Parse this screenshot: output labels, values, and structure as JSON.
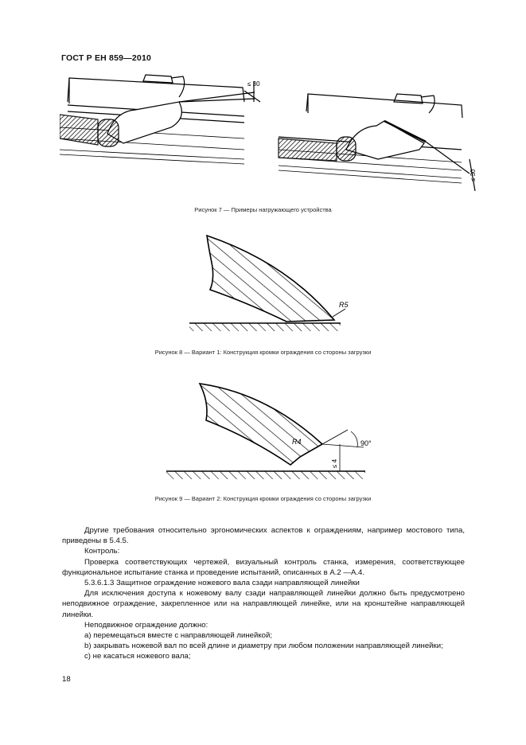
{
  "header": {
    "doc_id": "ГОСТ Р ЕН 859—2010"
  },
  "figure7": {
    "caption": "Рисунок 7 — Примеры нагружающего устройства",
    "dim_left": "≤ 30",
    "dim_right": "≤ 30"
  },
  "figure8": {
    "caption": "Рисунок 8 — Вариант 1: Конструкция кромки ограждения со стороны загрузки",
    "radius_label": "R5"
  },
  "figure9": {
    "caption": "Рисунок 9 — Вариант 2: Конструкция кромки ограждения со стороны загрузки",
    "radius_label": "R4",
    "angle_label": "90°",
    "height_label": "≤ 4"
  },
  "body": {
    "p1": "Другие требования относительно эргономических аспектов к ограждениям, например мостового типа, приведены в 5.4.5.",
    "p2": "Контроль:",
    "p3": "Проверка соответствующих чертежей, визуальный контроль станка, измерения, соответствующее функциональное испытание станка и проведение испытаний, описанных в А.2 —А.4.",
    "p4": "5.3.6.1.3 Защитное ограждение ножевого вала сзади направляющей линейки",
    "p5": "Для исключения доступа к ножевому валу сзади направляющей линейки должно быть предусмотрено неподвижное ограждение, закрепленное или на направляющей линейке, или на кронштейне направляющей линейки.",
    "p6": "Неподвижное ограждение должно:",
    "li_a": "a) перемещаться вместе с направляющей линейкой;",
    "li_b": "b) закрывать ножевой вал по всей длине и диаметру при любом положении направляющей линейки;",
    "li_c": "c) не касаться ножевого вала;"
  },
  "page_number": "18"
}
